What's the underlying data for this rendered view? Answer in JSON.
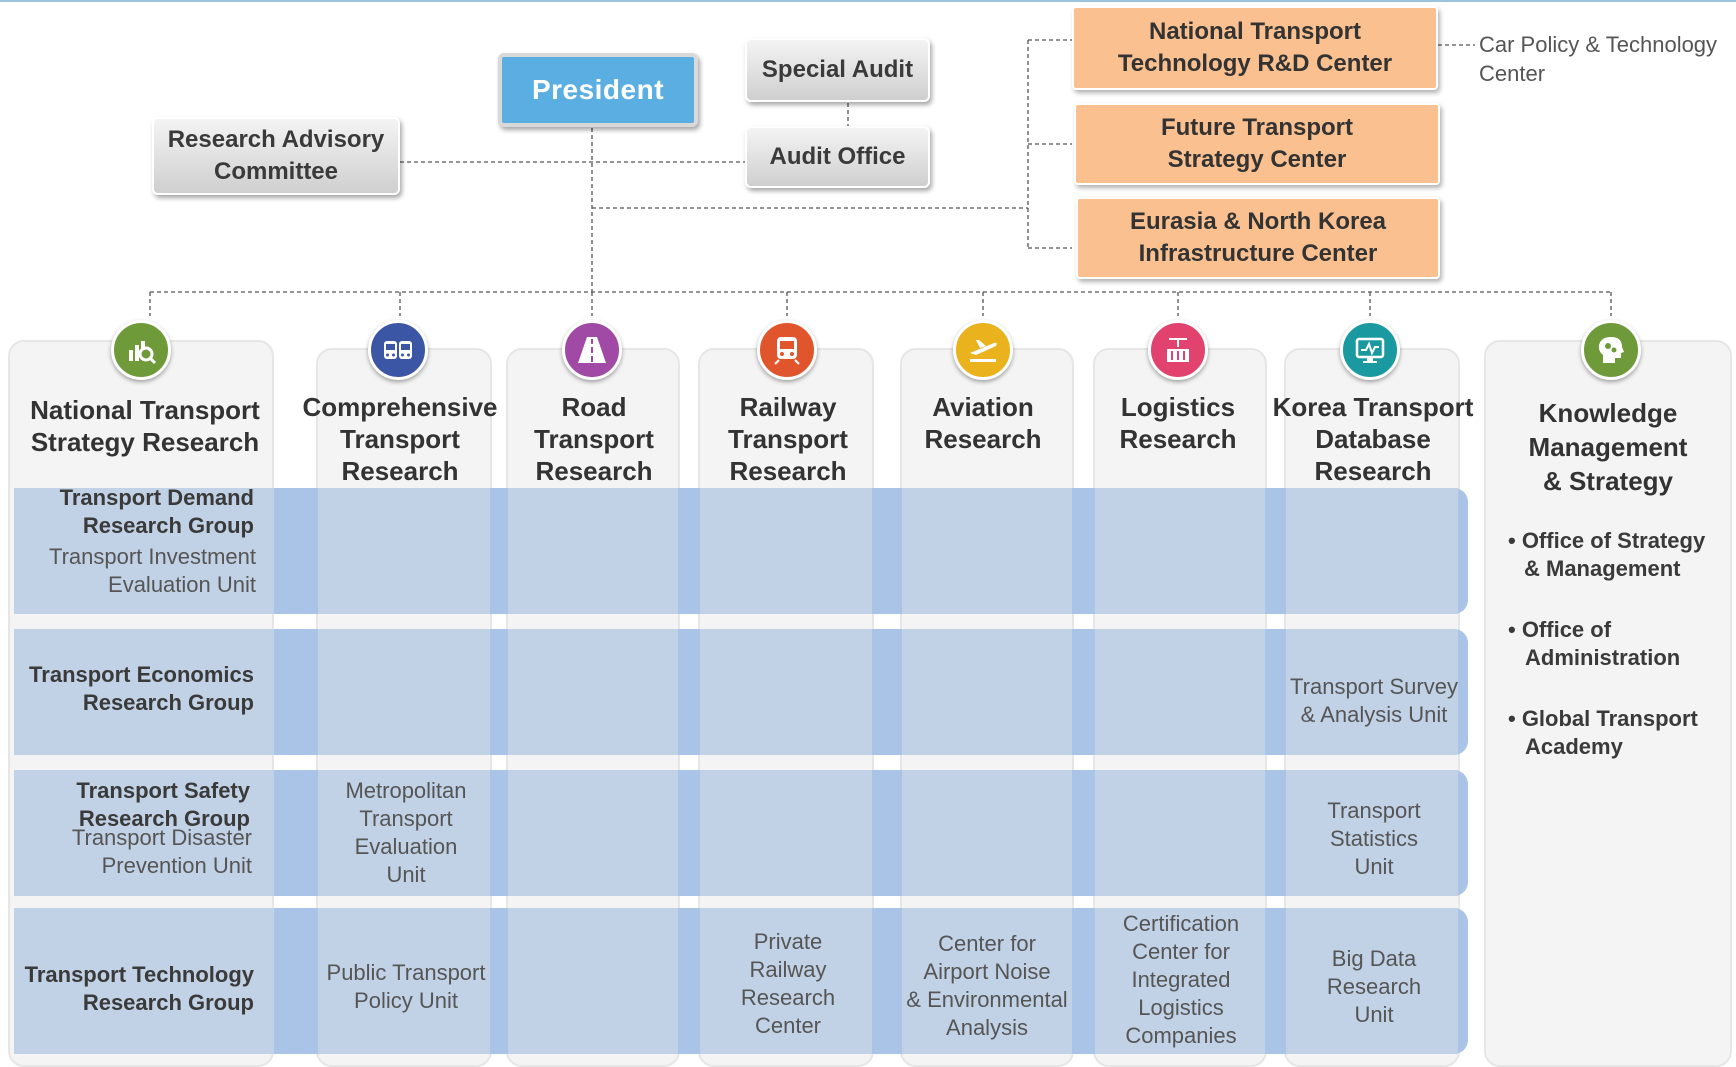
{
  "top": {
    "president": "President",
    "special_audit": "Special Audit",
    "audit_office": "Audit Office",
    "advisory_line1": "Research Advisory",
    "advisory_line2": "Committee",
    "centers": [
      {
        "line1": "National Transport",
        "line2": "Technology R&D Center"
      },
      {
        "line1": "Future Transport",
        "line2": "Strategy Center"
      },
      {
        "line1": "Eurasia & North Korea",
        "line2": "Infrastructure Center"
      }
    ],
    "note_line1": "Car Policy & Technology",
    "note_line2": "Center"
  },
  "colors": {
    "president": "#5aaee2",
    "centers": "#fac08f",
    "band": "#a9c4e6",
    "cell": "#c2d2e6",
    "icons": [
      "#6f9a3a",
      "#3a56a5",
      "#a04aa6",
      "#e0552b",
      "#eab21c",
      "#e2436e",
      "#1a9aa0",
      "#6f9a3a"
    ]
  },
  "divisions": [
    {
      "icon": "chart-magnifier-icon",
      "line1": "National Transport",
      "line2": "Strategy Research",
      "line3": ""
    },
    {
      "icon": "bus-train-icon",
      "line1": "Comprehensive",
      "line2": "Transport",
      "line3": "Research"
    },
    {
      "icon": "road-icon",
      "line1": "Road",
      "line2": "Transport",
      "line3": "Research"
    },
    {
      "icon": "train-icon",
      "line1": "Railway",
      "line2": "Transport",
      "line3": "Research"
    },
    {
      "icon": "airplane-icon",
      "line1": "Aviation",
      "line2": "Research",
      "line3": ""
    },
    {
      "icon": "container-crane-icon",
      "line1": "Logistics",
      "line2": "Research",
      "line3": ""
    },
    {
      "icon": "monitor-chart-icon",
      "line1": "Korea Transport",
      "line2": "Database",
      "line3": "Research"
    },
    {
      "icon": "head-gears-icon",
      "line1": "Knowledge",
      "line2": "Management",
      "line3": "& Strategy"
    }
  ],
  "groups": {
    "row1_bold1": "Transport Demand",
    "row1_bold2": "Research Group",
    "row1_sub1": "Transport Investment",
    "row1_sub2": "Evaluation Unit",
    "row2_bold1": "Transport Economics",
    "row2_bold2": "Research Group",
    "row3_bold1": "Transport Safety",
    "row3_bold2": "Research Group",
    "row3_sub1": "Transport Disaster",
    "row3_sub2": "Prevention Unit",
    "row4_bold1": "Transport Technology",
    "row4_bold2": "Research Group"
  },
  "units": {
    "metro": [
      "Metropolitan",
      "Transport",
      "Evaluation",
      "Unit"
    ],
    "public": [
      "Public Transport",
      "Policy Unit"
    ],
    "private_rail": [
      "Private",
      "Railway",
      "Research",
      "Center"
    ],
    "airport": [
      "Center for",
      "Airport Noise",
      "& Environmental",
      "Analysis"
    ],
    "certification": [
      "Certification",
      "Center for",
      "Integrated",
      "Logistics",
      "Companies"
    ],
    "survey": [
      "Transport Survey",
      "& Analysis Unit"
    ],
    "statistics": [
      "Transport",
      "Statistics",
      "Unit"
    ],
    "bigdata": [
      "Big Data",
      "Research",
      "Unit"
    ]
  },
  "knowledge_items": [
    {
      "line1": "• Office of Strategy",
      "line2": "& Management"
    },
    {
      "line1": "• Office of",
      "line2": "Administration"
    },
    {
      "line1": "• Global Transport",
      "line2": "Academy"
    }
  ]
}
